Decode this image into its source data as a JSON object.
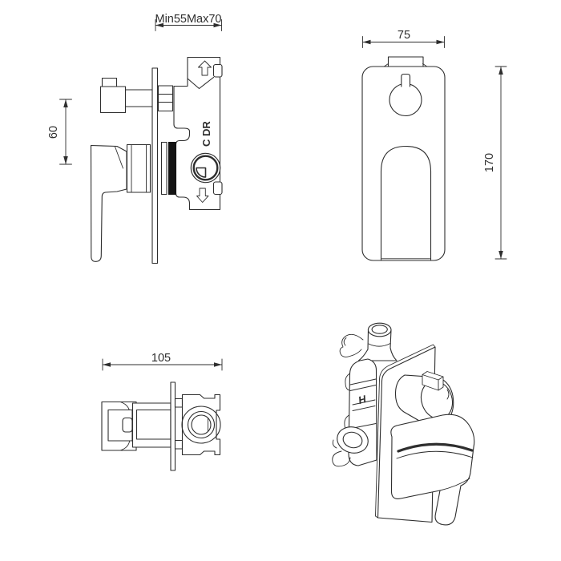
{
  "colors": {
    "line": "#2e2e2e",
    "background": "#ffffff",
    "dark_fill": "#141414"
  },
  "views": {
    "side": {
      "dim_depth": "Min55Max70",
      "dim_height": "60",
      "port_label": "C DR"
    },
    "front": {
      "dim_width": "75",
      "dim_height": "170"
    },
    "top": {
      "dim_width": "105"
    },
    "iso": {
      "port_label": "H"
    }
  }
}
